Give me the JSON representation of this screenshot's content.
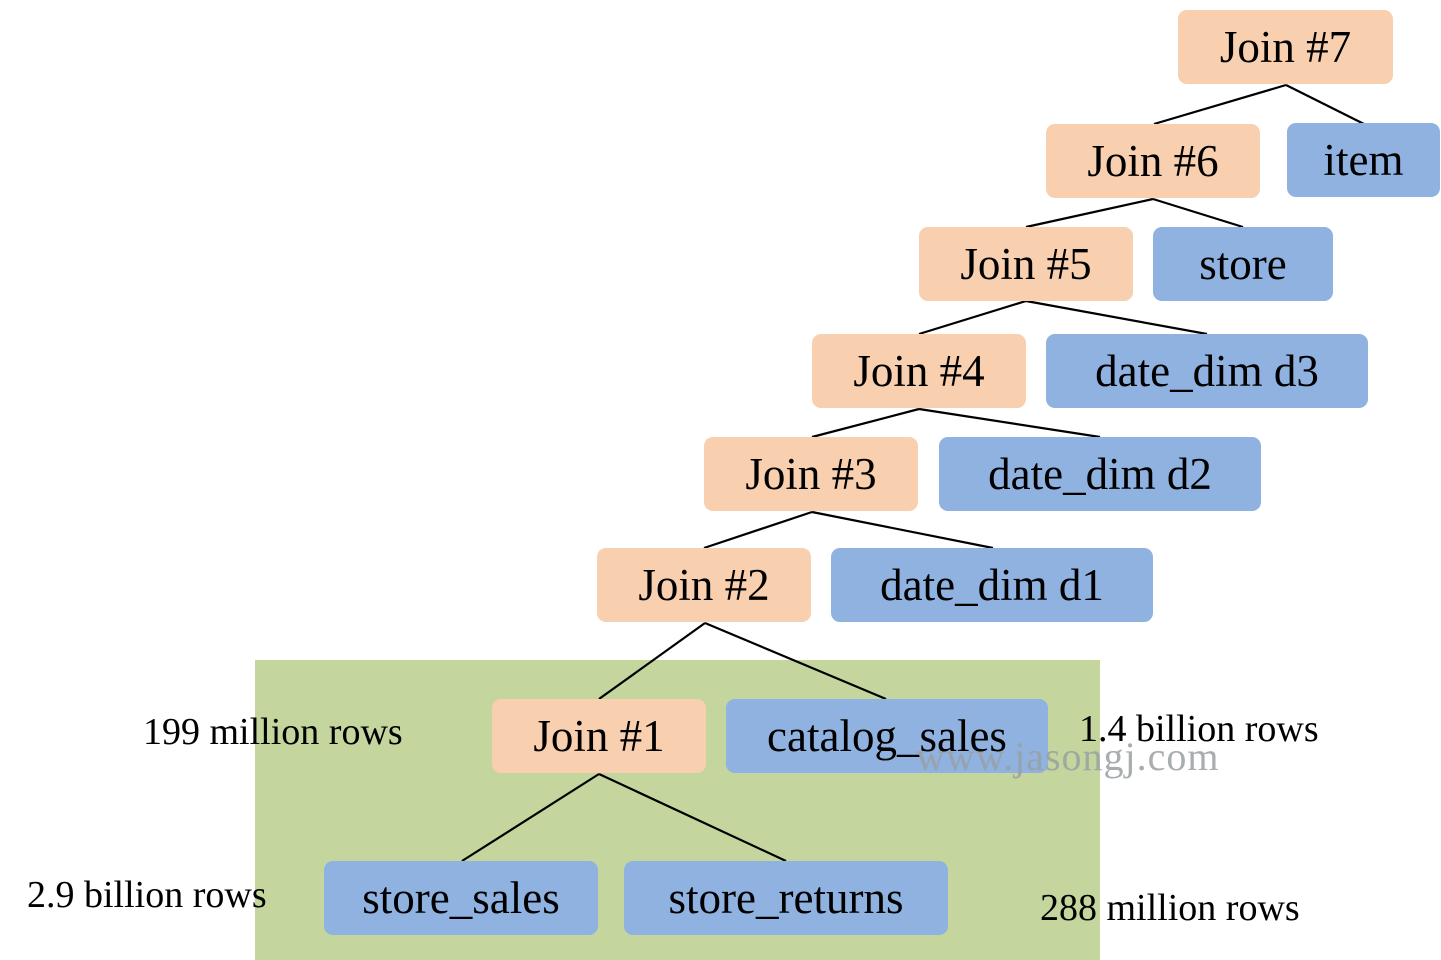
{
  "joins": {
    "j7": "Join #7",
    "j6": "Join #6",
    "j5": "Join #5",
    "j4": "Join #4",
    "j3": "Join #3",
    "j2": "Join #2",
    "j1": "Join #1"
  },
  "tables": {
    "item": "item",
    "store": "store",
    "date_dim_d3": "date_dim d3",
    "date_dim_d2": "date_dim d2",
    "date_dim_d1": "date_dim d1",
    "catalog_sales": "catalog_sales",
    "store_sales": "store_sales",
    "store_returns": "store_returns"
  },
  "annotations": {
    "join1_rows": "199 million rows",
    "catalog_sales_rows": "1.4 billion rows",
    "store_sales_rows": "2.9 billion rows",
    "store_returns_rows": "288 million rows"
  },
  "watermark": "www.jasongj.com",
  "colors": {
    "join_fill": "#f8cfaf",
    "table_fill": "#8fb2e0",
    "highlight_fill": "#c4d69e"
  }
}
